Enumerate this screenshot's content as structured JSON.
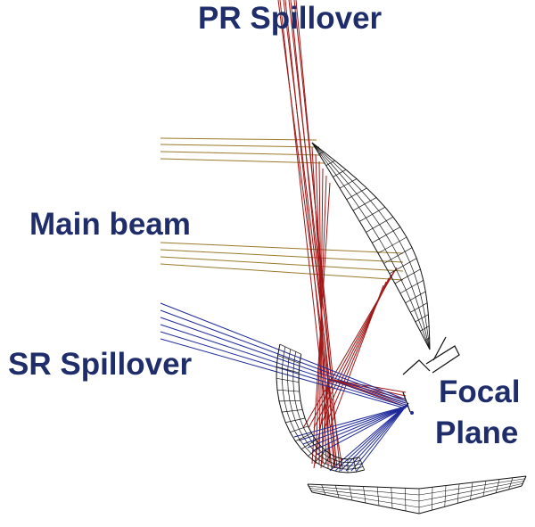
{
  "labels": {
    "pr_spillover": "PR Spillover",
    "main_beam": "Main beam",
    "sr_spillover": "SR Spillover",
    "focal": "Focal",
    "plane": "Plane"
  },
  "colors": {
    "label_text": "#1f2d6b",
    "pr_rays": "#a01818",
    "main_beam_rays": "#9a7a2a",
    "sr_rays": "#1e2a9a",
    "mirror_mesh": "#111111",
    "background": "#ffffff"
  }
}
